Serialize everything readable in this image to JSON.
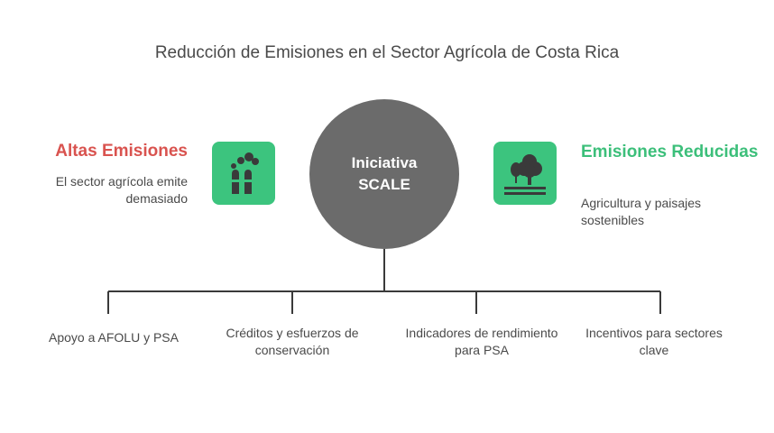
{
  "title": "Reducción de Emisiones en el Sector Agrícola de Costa Rica",
  "left": {
    "heading": "Altas Emisiones",
    "description": "El sector agrícola emite demasiado",
    "icon": "factory-chimneys-icon"
  },
  "center": {
    "label": "Iniciativa SCALE"
  },
  "right": {
    "heading": "Emisiones Reducidas",
    "description": "Agricultura y paisajes sostenibles",
    "icon": "trees-landscape-icon"
  },
  "branches": [
    {
      "label": "Apoyo a AFOLU y PSA"
    },
    {
      "label": "Créditos y esfuerzos de conservación"
    },
    {
      "label": "Indicadores de rendimiento para PSA"
    },
    {
      "label": "Incentivos para sectores clave"
    }
  ],
  "colors": {
    "high_emissions": "#d9534f",
    "reduced_emissions": "#3cbf7a",
    "icon_background": "#3cc47e",
    "center_circle": "#6b6b6b"
  }
}
